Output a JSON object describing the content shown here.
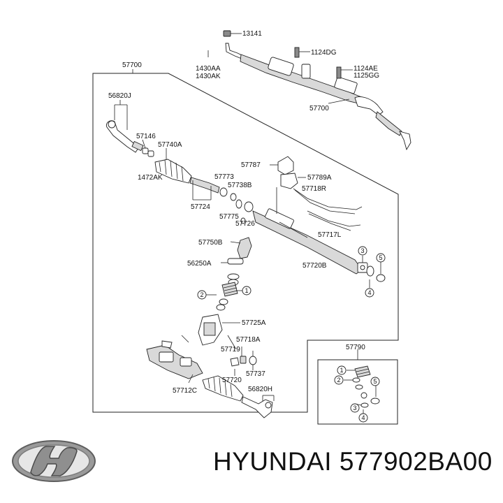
{
  "labels": {
    "l13141": "13141",
    "l1124DG": "1124DG",
    "l1430AA": "1430AA",
    "l1430AK": "1430AK",
    "l1124AE": "1124AE",
    "l1125GG": "1125GG",
    "l57700_top": "57700",
    "l57700_frame": "57700",
    "l56820J": "56820J",
    "l57146": "57146",
    "l57740A": "57740A",
    "l1472AK": "1472AK",
    "l57787": "57787",
    "l57789A": "57789A",
    "l57773": "57773",
    "l57738B": "57738B",
    "l57718R": "57718R",
    "l57724": "57724",
    "l57775": "57775",
    "l57726": "57726",
    "l57717L": "57717L",
    "l57750B": "57750B",
    "l56250A": "56250A",
    "l57720B": "57720B",
    "l57725A": "57725A",
    "l57718A": "57718A",
    "l57719": "57719",
    "l57737": "57737",
    "l57720": "57720",
    "l56820H": "56820H",
    "l57712C": "57712C",
    "l57790": "57790"
  },
  "callouts": {
    "c1": "1",
    "c2": "2",
    "c3": "3",
    "c4": "4",
    "c5": "5"
  },
  "footer": {
    "brand": "HYUNDAI",
    "part_number": "577902BA00",
    "logo_icon": "hyundai-logo-icon"
  }
}
